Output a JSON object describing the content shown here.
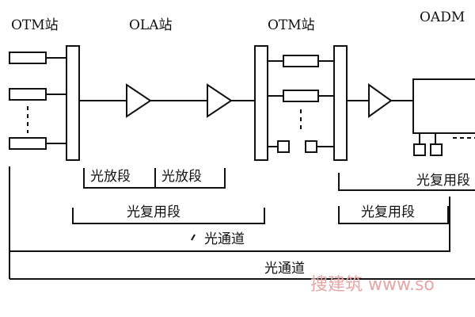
{
  "stations": {
    "otm1": "OTM站",
    "ola": "OLA站",
    "otm2": "OTM站",
    "oadm": "OADM"
  },
  "sections": {
    "amp1": "光放段",
    "amp2": "光放段",
    "mux1": "光复用段",
    "mux2": "光复用段",
    "mux3": "光复用段"
  },
  "channels": {
    "channel1": "光通道",
    "channel2": "光通道"
  },
  "watermark": "搜建筑 www.so"
}
